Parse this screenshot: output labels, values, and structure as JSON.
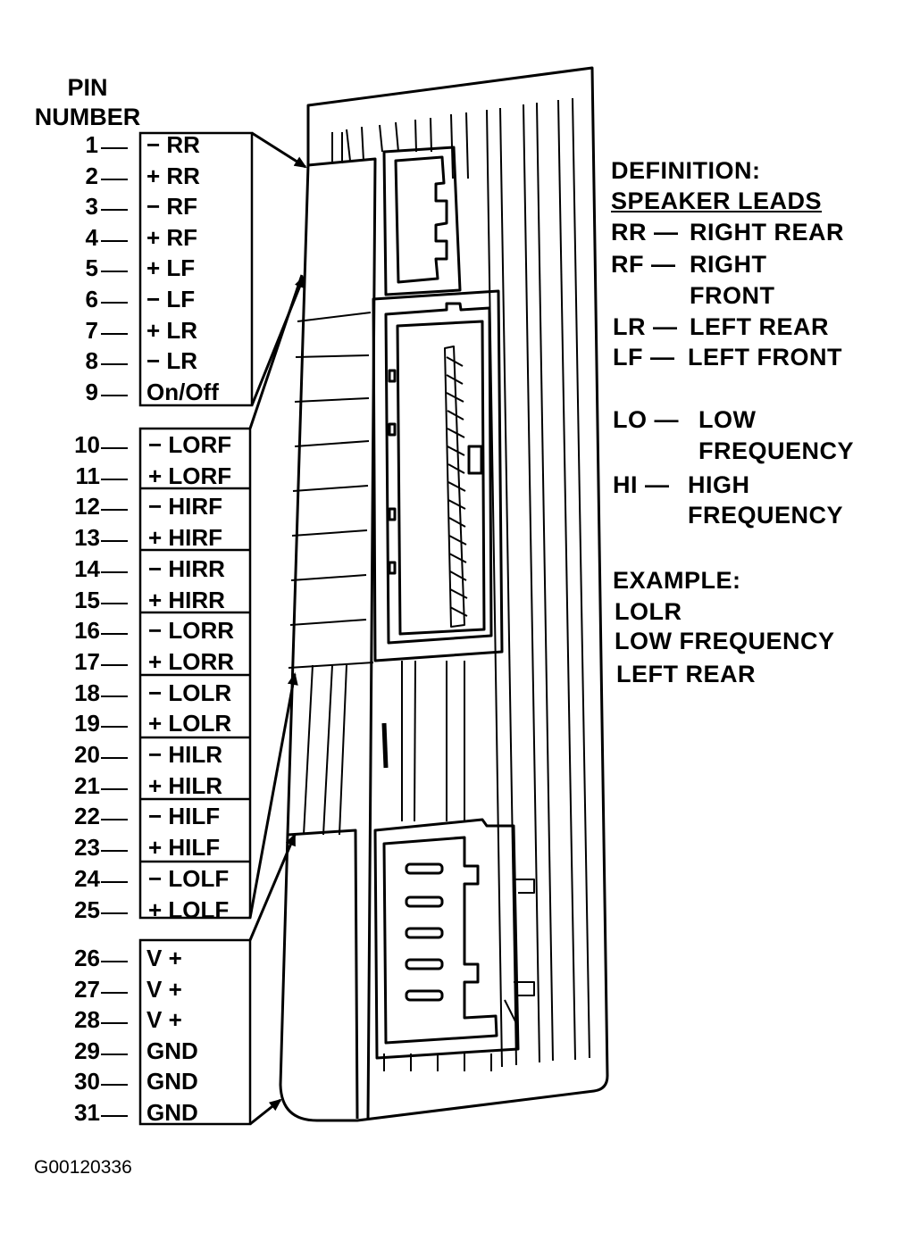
{
  "header": {
    "line1": "PIN",
    "line2": "NUMBER"
  },
  "pins": [
    {
      "num": "1",
      "label": "− RR"
    },
    {
      "num": "2",
      "label": "+ RR"
    },
    {
      "num": "3",
      "label": "− RF"
    },
    {
      "num": "4",
      "label": "+ RF"
    },
    {
      "num": "5",
      "label": "+ LF"
    },
    {
      "num": "6",
      "label": "− LF"
    },
    {
      "num": "7",
      "label": "+ LR"
    },
    {
      "num": "8",
      "label": "− LR"
    },
    {
      "num": "9",
      "label": "On/Off"
    },
    {
      "num": "10",
      "label": "− LORF"
    },
    {
      "num": "11",
      "label": "+ LORF"
    },
    {
      "num": "12",
      "label": "− HIRF"
    },
    {
      "num": "13",
      "label": "+ HIRF"
    },
    {
      "num": "14",
      "label": "− HIRR"
    },
    {
      "num": "15",
      "label": "+ HIRR"
    },
    {
      "num": "16",
      "label": "− LORR"
    },
    {
      "num": "17",
      "label": "+ LORR"
    },
    {
      "num": "18",
      "label": "− LOLR"
    },
    {
      "num": "19",
      "label": "+ LOLR"
    },
    {
      "num": "20",
      "label": "− HILR"
    },
    {
      "num": "21",
      "label": "+ HILR"
    },
    {
      "num": "22",
      "label": "− HILF"
    },
    {
      "num": "23",
      "label": "+ HILF"
    },
    {
      "num": "24",
      "label": "− LOLF"
    },
    {
      "num": "25",
      "label": "+ LOLF"
    },
    {
      "num": "26",
      "label": "V +"
    },
    {
      "num": "27",
      "label": "V +"
    },
    {
      "num": "28",
      "label": "V +"
    },
    {
      "num": "29",
      "label": "GND"
    },
    {
      "num": "30",
      "label": "GND"
    },
    {
      "num": "31",
      "label": "GND"
    }
  ],
  "definitions": {
    "title": "DEFINITION:",
    "subtitle": "SPEAKER LEADS",
    "rr_abbr": "RR —",
    "rr_text": "RIGHT REAR",
    "rf_abbr": "RF —",
    "rf_text1": "RIGHT",
    "rf_text2": "FRONT",
    "lr_abbr": "LR —",
    "lr_text": "LEFT REAR",
    "lf_abbr": "LF —",
    "lf_text": "LEFT FRONT",
    "lo_abbr": "LO —",
    "lo_text1": "LOW",
    "lo_text2": "FREQUENCY",
    "hi_abbr": "HI —",
    "hi_text1": "HIGH",
    "hi_text2": "FREQUENCY",
    "example_title": "EXAMPLE:",
    "example_code": "LOLR",
    "example_line1": "LOW FREQUENCY",
    "example_line2": "LEFT REAR"
  },
  "figure_id": "G00120336"
}
